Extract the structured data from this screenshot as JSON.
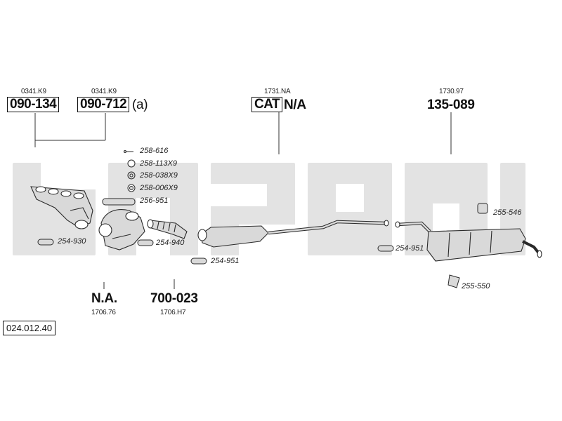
{
  "groups": {
    "g1": {
      "ref": "0341.K9",
      "part": "090-134"
    },
    "g2": {
      "ref": "0341.K9",
      "part": "090-712",
      "suffix": "(a)"
    },
    "g3": {
      "ref": "1731.NA",
      "part": "CAT",
      "suffix": "N/A"
    },
    "g4": {
      "ref": "1730.97",
      "part": "135-089"
    },
    "g5": {
      "ref": "1706.76",
      "part": "N.A."
    },
    "g6": {
      "ref": "1706.H7",
      "part": "700-023"
    }
  },
  "small_parts": {
    "p258616": "258-616",
    "p258113": "258-113X9",
    "p258038": "258-038X9",
    "p258006": "258-006X9",
    "p256951": "256-951",
    "p254930": "254-930",
    "p254940": "254-940",
    "p254951a": "254-951",
    "p254951b": "254-951",
    "p255546": "255-546",
    "p255550": "255-550"
  },
  "diagram_code": "024.012.40",
  "colors": {
    "watermark": "#e3e3e3",
    "line": "#333333",
    "part_fill": "#d9d9d9",
    "part_stroke": "#2a2a2a"
  }
}
